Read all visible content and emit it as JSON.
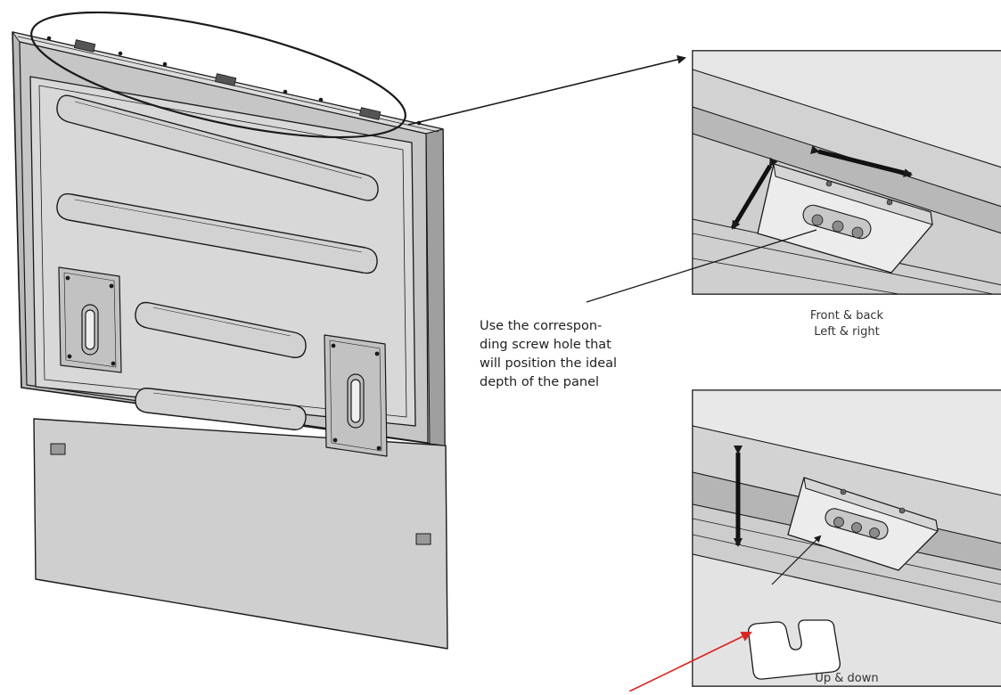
{
  "diagram": {
    "note_lines": [
      "Use the correspon-",
      "ding screw hole that",
      "will position the ideal",
      "depth of the panel"
    ],
    "top_detail_caption_lines": [
      "Front & back",
      "Left & right"
    ],
    "bottom_detail_caption": "Up & down",
    "pointer_arrow_color": "#e0221e",
    "line_color": "#1a1a1a",
    "panel_fill": "#d4d4d4"
  }
}
